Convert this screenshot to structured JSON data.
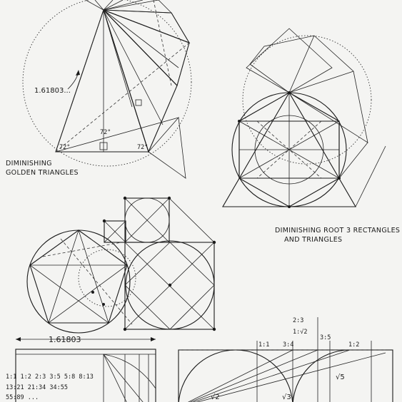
{
  "captions": {
    "golden_line1": "DIMINISHING",
    "golden_line2": "GOLDEN TRIANGLES",
    "root3_line1": "DIMINISHING ROOT 3 RECTANGLES",
    "root3_line2": "AND TRIANGLES"
  },
  "golden_triangles": {
    "ratio_label": "1.61803...",
    "angle_labels": [
      "72°",
      "72°",
      "72°"
    ]
  },
  "bottom_left": {
    "width_label": "1.61803",
    "ratio_rows": [
      "1:1  1:2  2:3  3:5  5:8  8:13",
      "13:21  21:34  34:55",
      "55:89 ..."
    ]
  },
  "bottom_right": {
    "top_ratios": [
      "2:3",
      "1:√2"
    ],
    "ratios": [
      "1:1",
      "3:4",
      "3:5",
      "1:2"
    ],
    "roots": [
      "√2",
      "√3",
      "√5"
    ]
  },
  "ink_color": "#1a1a1a",
  "paper_color": "#f4f4f2"
}
